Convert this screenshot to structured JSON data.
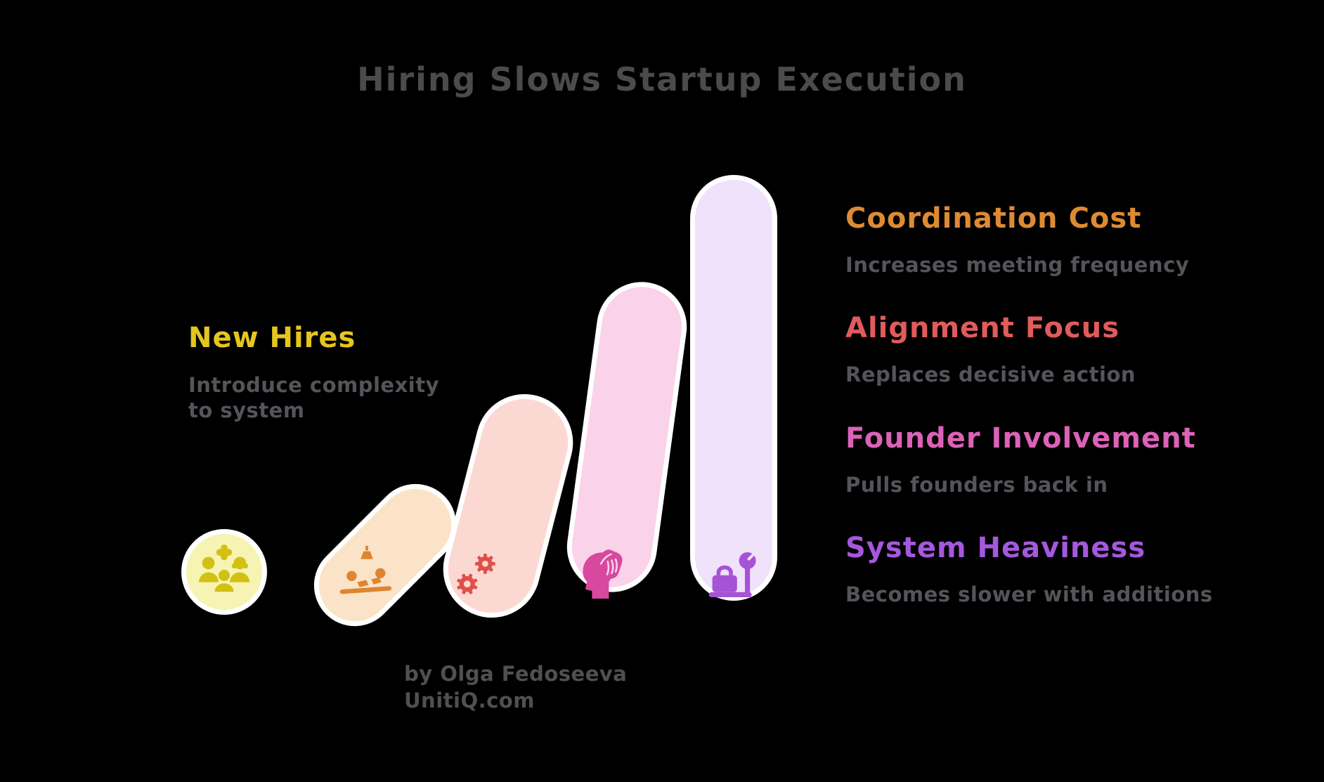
{
  "title": "Hiring Slows Startup Execution",
  "background": "#000000",
  "title_color": "#4b4b4b",
  "description_color": "#54555a",
  "stages": [
    {
      "label": "New Hires",
      "description": "Introduce complexity to system",
      "icon": "team-add-icon",
      "accent": "#e5c61f",
      "bar_fill": "#f7f3b2",
      "icon_color": "#d2c013",
      "bar_shape": "circle",
      "relative_height": 1
    },
    {
      "label": "Coordination Cost",
      "description": "Increases meeting frequency",
      "icon": "meeting-icon",
      "accent": "#dd8b33",
      "bar_fill": "#fae3c7",
      "icon_color": "#dd8531",
      "bar_shape": "tilted-capsule",
      "relative_height": 2
    },
    {
      "label": "Alignment Focus",
      "description": "Replaces decisive action",
      "icon": "gears-icon",
      "accent": "#e05b5b",
      "bar_fill": "#fbd9d2",
      "icon_color": "#e0504a",
      "bar_shape": "tilted-capsule",
      "relative_height": 3
    },
    {
      "label": "Founder Involvement",
      "description": "Pulls founders back in",
      "icon": "head-hand-icon",
      "accent": "#dc62b8",
      "bar_fill": "#fad2ea",
      "icon_color": "#d8489f",
      "bar_shape": "tilted-capsule",
      "relative_height": 4
    },
    {
      "label": "System Heaviness",
      "description": "Becomes slower with additions",
      "icon": "scale-icon",
      "accent": "#a558dd",
      "bar_fill": "#efe2fa",
      "icon_color": "#a653d6",
      "bar_shape": "capsule",
      "relative_height": 5
    }
  ],
  "attribution": {
    "line1": "by Olga Fedoseeva",
    "line2": "UnitiQ.com"
  }
}
